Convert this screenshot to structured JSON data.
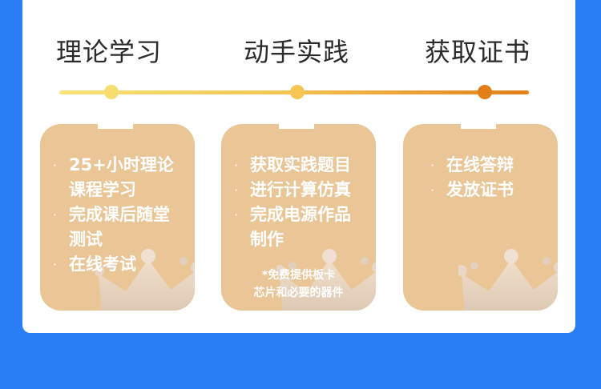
{
  "steps": [
    {
      "title": "理论学习"
    },
    {
      "title": "动手实践"
    },
    {
      "title": "获取证书"
    }
  ],
  "colors": {
    "background": "#2a7ef5",
    "panel": "#eac596",
    "dot_1": "#f7dd6e",
    "dot_2": "#f5c652",
    "dot_3": "#e27f18"
  },
  "panels": [
    {
      "items": [
        "25+小时理论\n课程学习",
        "完成课后随堂\n测试",
        "在线考试"
      ]
    },
    {
      "items": [
        "获取实践题目",
        "进行计算仿真",
        "完成电源作品\n制作"
      ],
      "note_line1": "*免费提供板卡",
      "note_line2": "芯片和必要的器件"
    },
    {
      "items": [
        "在线答辩",
        "发放证书"
      ]
    }
  ],
  "icons": {
    "crown": "crown-icon",
    "bullet": "·"
  }
}
